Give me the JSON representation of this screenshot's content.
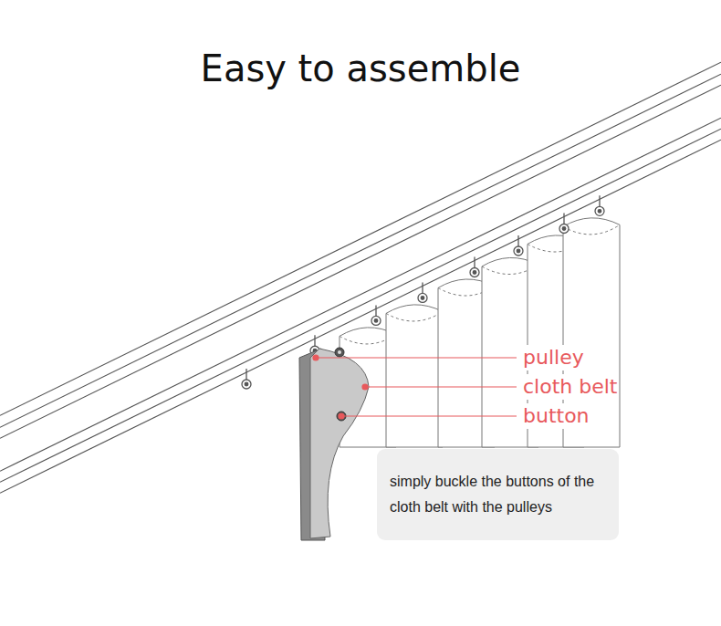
{
  "diagram": {
    "title": "Easy to assemble",
    "nodes": [
      {
        "text": [
          "simply buckle the buttons of the cloth belt with the pulleys"
        ]
      }
    ],
    "labels": [
      "pulley",
      "cloth belt",
      "button"
    ]
  }
}
